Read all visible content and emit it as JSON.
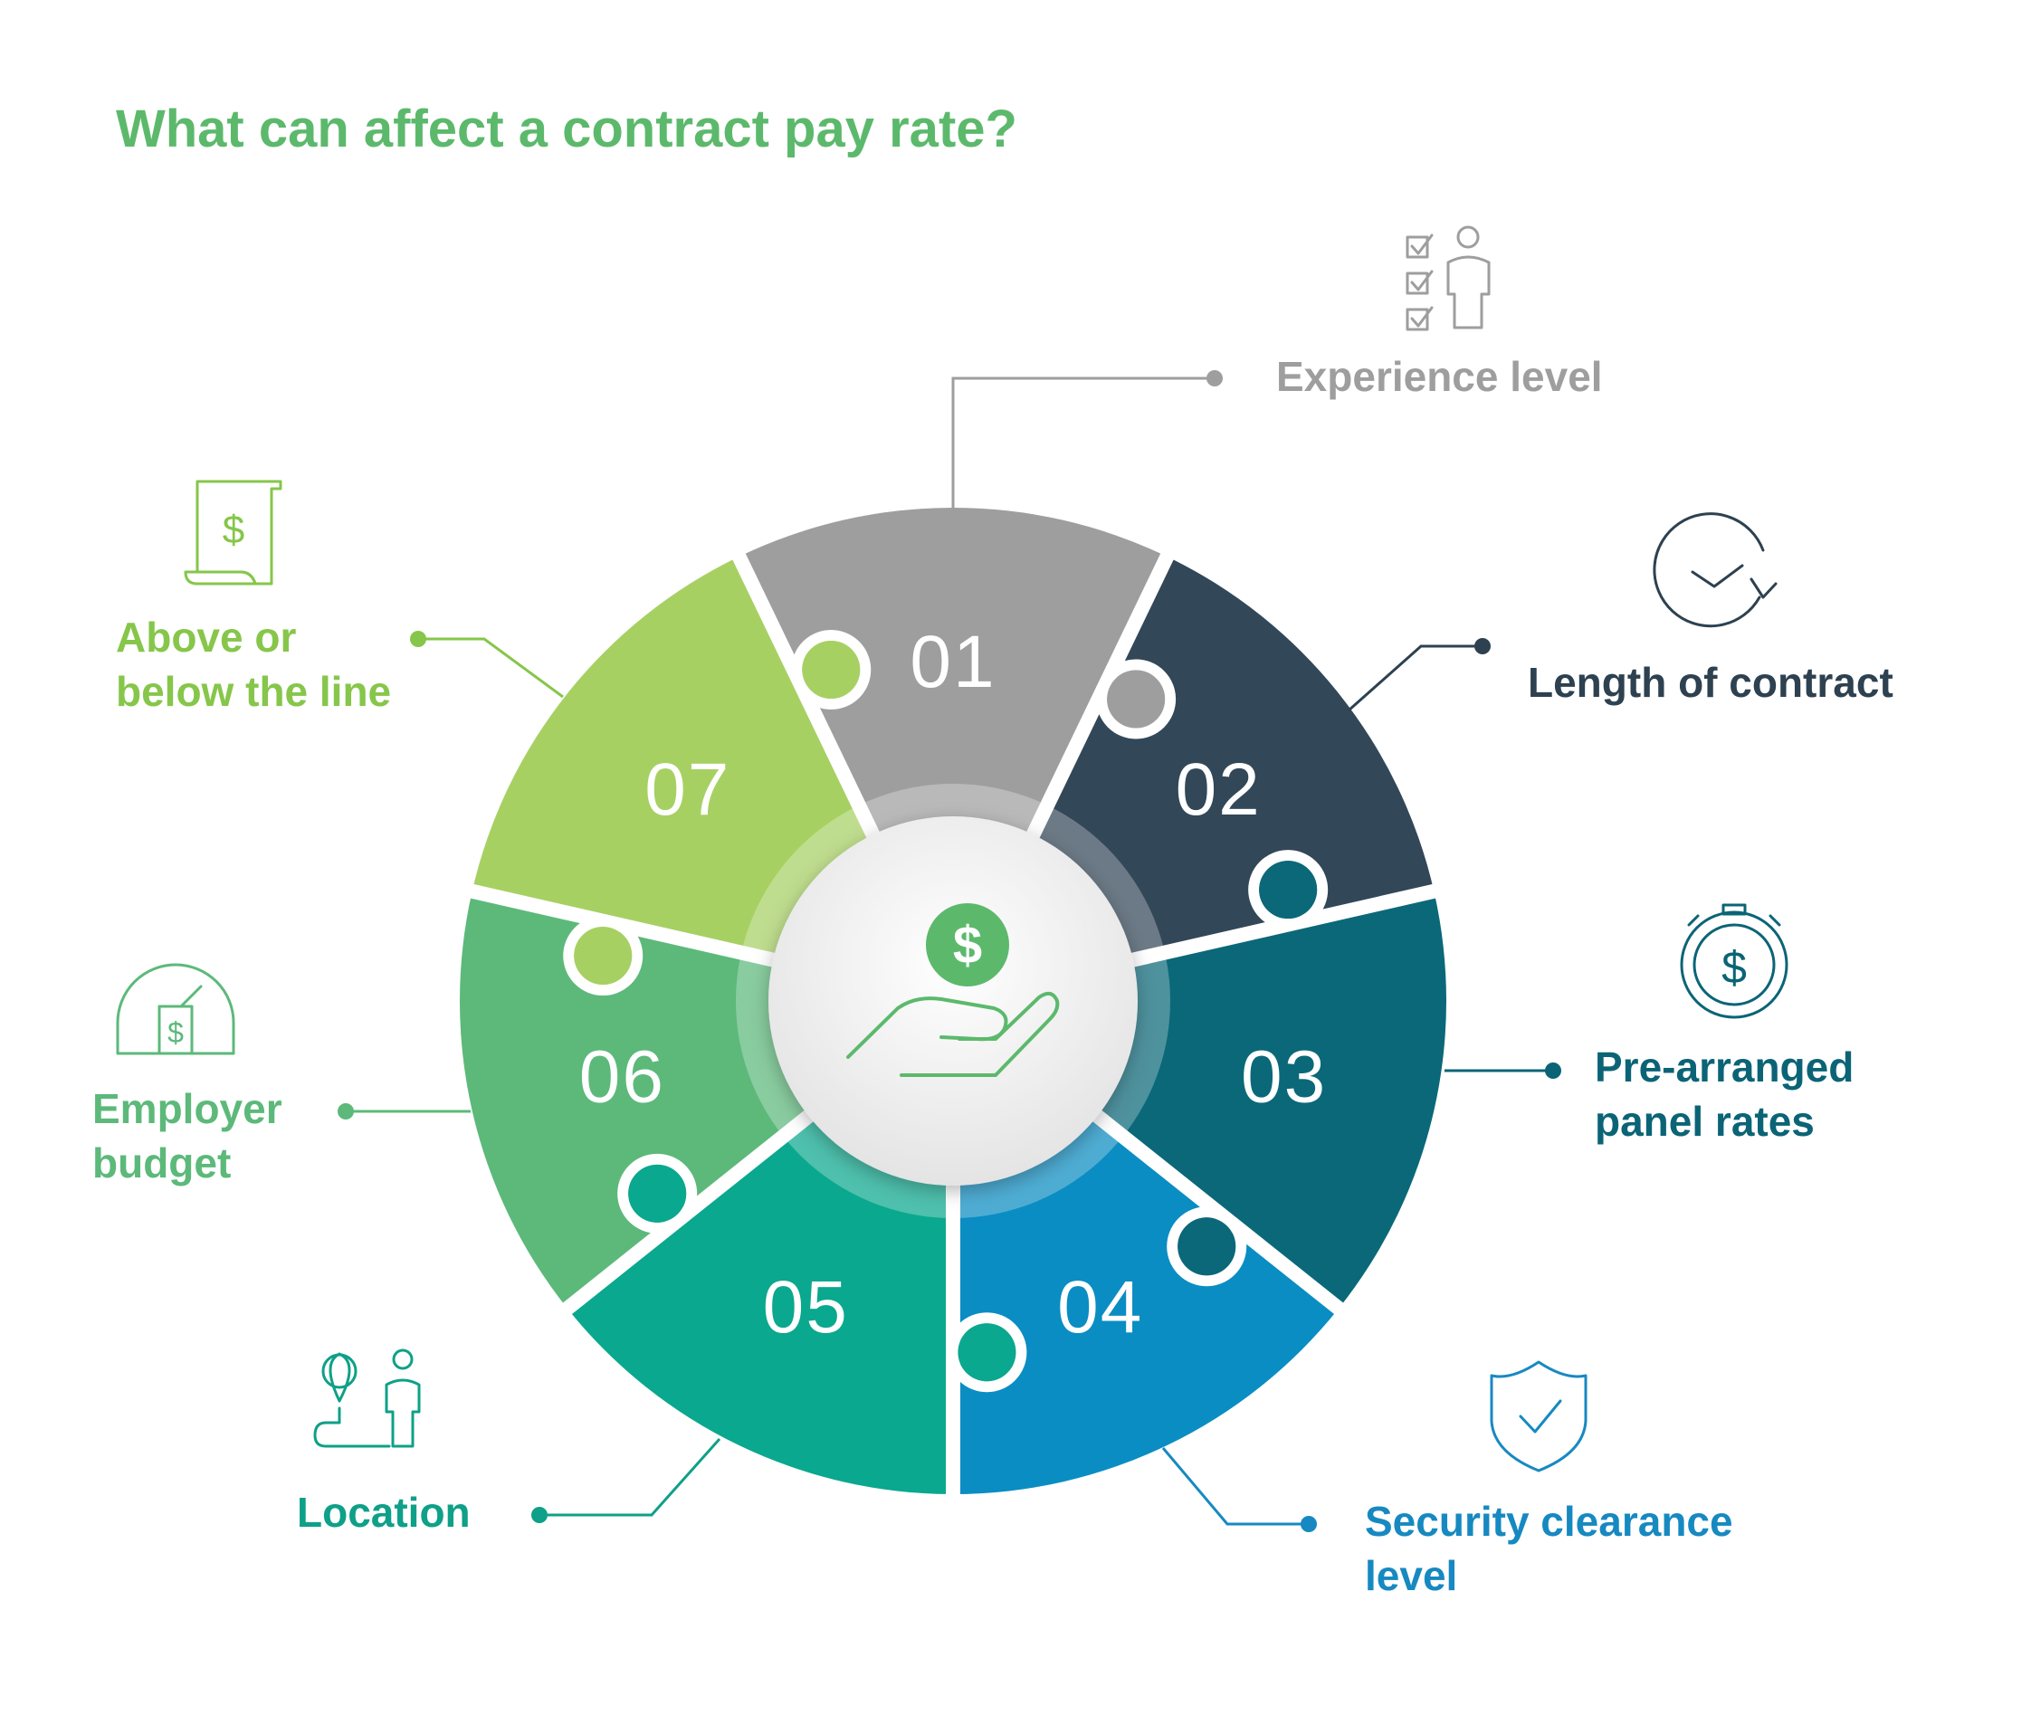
{
  "title": "What can affect a contract pay rate?",
  "colors": {
    "title": "#5cb96c",
    "seg01": "#9e9e9e",
    "seg02": "#324758",
    "seg03": "#0a6879",
    "seg04": "#0a8dc3",
    "seg05": "#0aa88e",
    "seg06": "#5cb97a",
    "seg07": "#a7d063",
    "label01": "#9e9e9e",
    "label02": "#2d4150",
    "label03": "#0b6476",
    "label04": "#1789c1",
    "label05": "#0ea088",
    "label06": "#5cb97a",
    "label07": "#86c64a",
    "center_icon": "#5cb96c"
  },
  "center_icon": "hand-with-dollar-coin-icon",
  "factors": [
    {
      "number": "01",
      "label_lines": [
        "Experience level"
      ],
      "icon": "checklist-person-icon"
    },
    {
      "number": "02",
      "label_lines": [
        "Length of contract"
      ],
      "icon": "clock-icon"
    },
    {
      "number": "03",
      "label_lines": [
        "Pre-arranged",
        "panel rates"
      ],
      "icon": "stopwatch-dollar-icon"
    },
    {
      "number": "04",
      "label_lines": [
        "Security clearance",
        "level"
      ],
      "icon": "shield-check-icon"
    },
    {
      "number": "05",
      "label_lines": [
        "Location"
      ],
      "icon": "location-person-icon"
    },
    {
      "number": "06",
      "label_lines": [
        "Employer",
        "budget"
      ],
      "icon": "gauge-dollar-icon"
    },
    {
      "number": "07",
      "label_lines": [
        "Above or",
        "below the line"
      ],
      "icon": "scroll-dollar-icon"
    }
  ]
}
